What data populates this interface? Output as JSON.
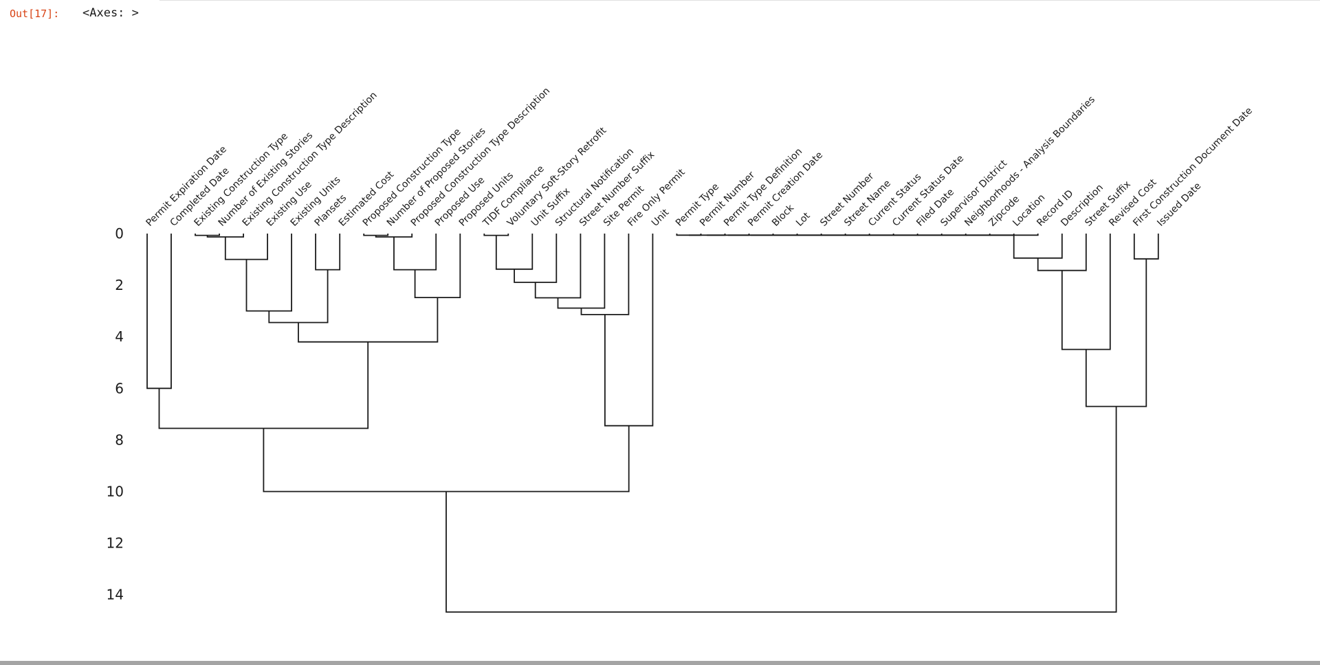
{
  "output_prompt": "Out[17]:",
  "output_repr": "<Axes: >",
  "colors": {
    "prompt": "#d84315",
    "line": "#1a1a1a",
    "divider": "#e0e0e0",
    "bottom_bar": "#a4a4a4"
  },
  "chart_data": {
    "type": "dendrogram",
    "title": "",
    "xlabel": "",
    "ylabel": "",
    "orientation": "labels on top rotated 45deg; linkage distance increases downward",
    "grid": false,
    "yticks": [
      0,
      2,
      4,
      6,
      8,
      10,
      12,
      14
    ],
    "ylim": [
      0,
      15
    ],
    "leaves": [
      "Permit Expiration Date",
      "Completed Date",
      "Existing Construction Type",
      "Number of Existing Stories",
      "Existing Construction Type Description",
      "Existing Use",
      "Existing Units",
      "Plansets",
      "Estimated Cost",
      "Proposed Construction Type",
      "Number of Proposed Stories",
      "Proposed Construction Type Description",
      "Proposed Use",
      "Proposed Units",
      "TIDF Compliance",
      "Voluntary Soft-Story Retrofit",
      "Unit Suffix",
      "Structural Notification",
      "Street Number Suffix",
      "Site Permit",
      "Fire Only Permit",
      "Unit",
      "Permit Type",
      "Permit Number",
      "Permit Type Definition",
      "Permit Creation Date",
      "Block",
      "Lot",
      "Street Number",
      "Street Name",
      "Current Status",
      "Current Status Date",
      "Filed Date",
      "Supervisor District",
      "Neighborhoods - Analysis Boundaries",
      "Zipcode",
      "Location",
      "Record ID",
      "Description",
      "Street Suffix",
      "Revised Cost",
      "First Construction Document Date",
      "Issued Date"
    ],
    "merges": [
      [
        2,
        3,
        0.07
      ],
      [
        43,
        4,
        0.13
      ],
      [
        44,
        5,
        1.0
      ],
      [
        45,
        6,
        3.0
      ],
      [
        7,
        8,
        1.4
      ],
      [
        46,
        47,
        3.45
      ],
      [
        9,
        10,
        0.07
      ],
      [
        49,
        11,
        0.13
      ],
      [
        50,
        12,
        1.4
      ],
      [
        51,
        13,
        2.48
      ],
      [
        48,
        52,
        4.2
      ],
      [
        0,
        1,
        6.0
      ],
      [
        54,
        53,
        7.55
      ],
      [
        14,
        15,
        0.07
      ],
      [
        56,
        16,
        1.38
      ],
      [
        57,
        17,
        1.89
      ],
      [
        58,
        18,
        2.49
      ],
      [
        59,
        19,
        2.89
      ],
      [
        60,
        20,
        3.14
      ],
      [
        61,
        21,
        7.45
      ],
      [
        55,
        62,
        10.0
      ],
      [
        22,
        23,
        0.06
      ],
      [
        64,
        24,
        0.06
      ],
      [
        65,
        25,
        0.06
      ],
      [
        66,
        26,
        0.06
      ],
      [
        67,
        27,
        0.06
      ],
      [
        68,
        28,
        0.06
      ],
      [
        69,
        29,
        0.06
      ],
      [
        70,
        30,
        0.06
      ],
      [
        71,
        31,
        0.06
      ],
      [
        72,
        32,
        0.06
      ],
      [
        73,
        33,
        0.06
      ],
      [
        74,
        34,
        0.06
      ],
      [
        75,
        35,
        0.06
      ],
      [
        76,
        36,
        0.06
      ],
      [
        77,
        37,
        0.06
      ],
      [
        78,
        38,
        0.95
      ],
      [
        79,
        39,
        1.43
      ],
      [
        80,
        40,
        4.49
      ],
      [
        41,
        42,
        0.98
      ],
      [
        81,
        82,
        6.7
      ],
      [
        63,
        83,
        14.67
      ]
    ]
  }
}
